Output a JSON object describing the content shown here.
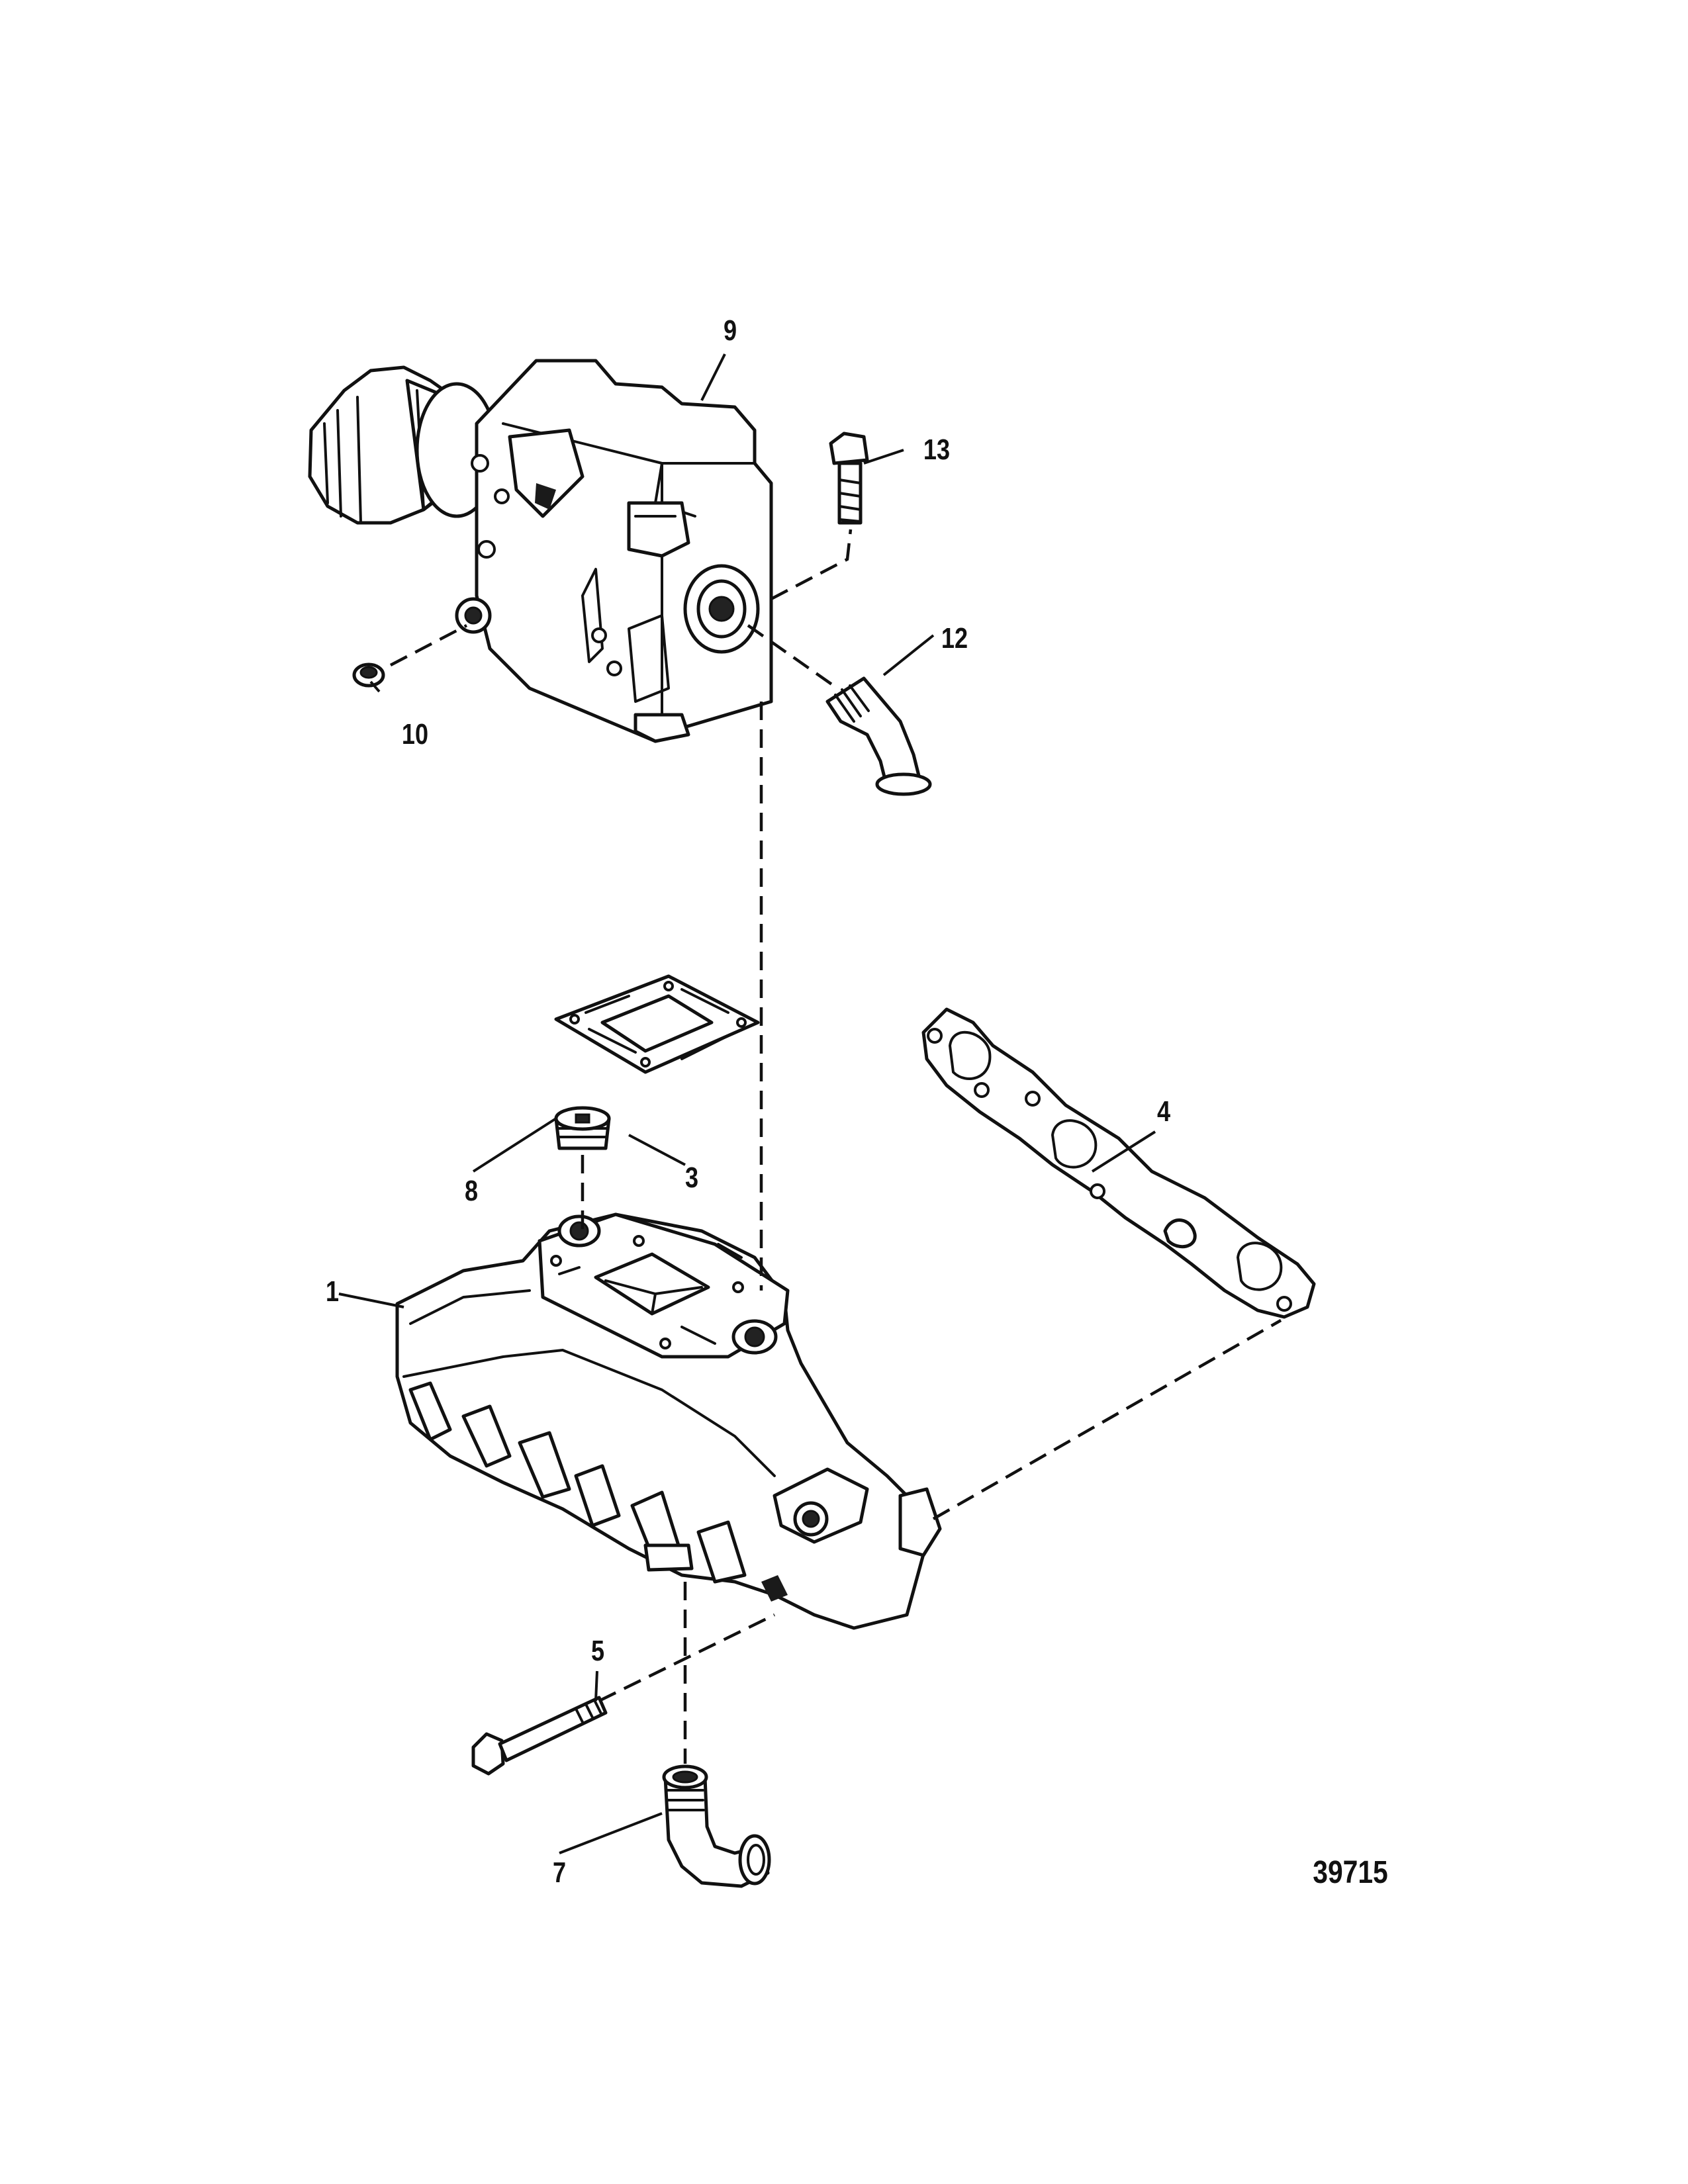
{
  "figure": {
    "id": "39715"
  },
  "callouts": [
    {
      "key": "c1",
      "label": "1"
    },
    {
      "key": "c3",
      "label": "3"
    },
    {
      "key": "c4",
      "label": "4"
    },
    {
      "key": "c5",
      "label": "5"
    },
    {
      "key": "c7",
      "label": "7"
    },
    {
      "key": "c8",
      "label": "8"
    },
    {
      "key": "c9",
      "label": "9"
    },
    {
      "key": "c10",
      "label": "10"
    },
    {
      "key": "c12",
      "label": "12"
    },
    {
      "key": "c13",
      "label": "13"
    }
  ],
  "colors": {
    "line": "#111111",
    "background": "#ffffff"
  }
}
